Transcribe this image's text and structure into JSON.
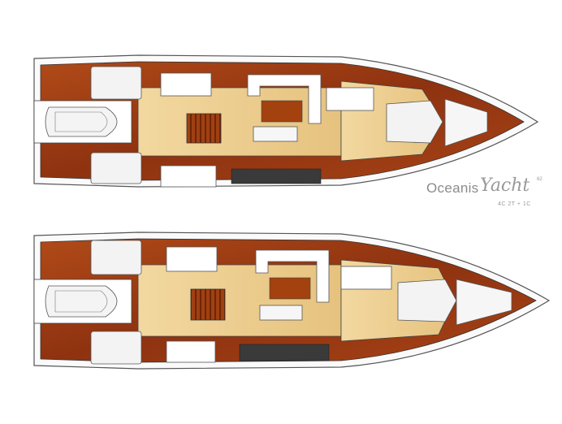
{
  "brand": {
    "name": "Oceanis",
    "script": "Yacht",
    "model": "62",
    "config": "4C 2T + 1C"
  },
  "colors": {
    "hull_wood": "#9c3a12",
    "floor": "#e9c98a",
    "outline": "#3c3c3c",
    "bed": "#f3f3f3",
    "dark_furniture": "#3a3a3a",
    "text": "#8b8b8b"
  },
  "layouts": [
    {
      "label": ""
    },
    {
      "label": ""
    }
  ]
}
